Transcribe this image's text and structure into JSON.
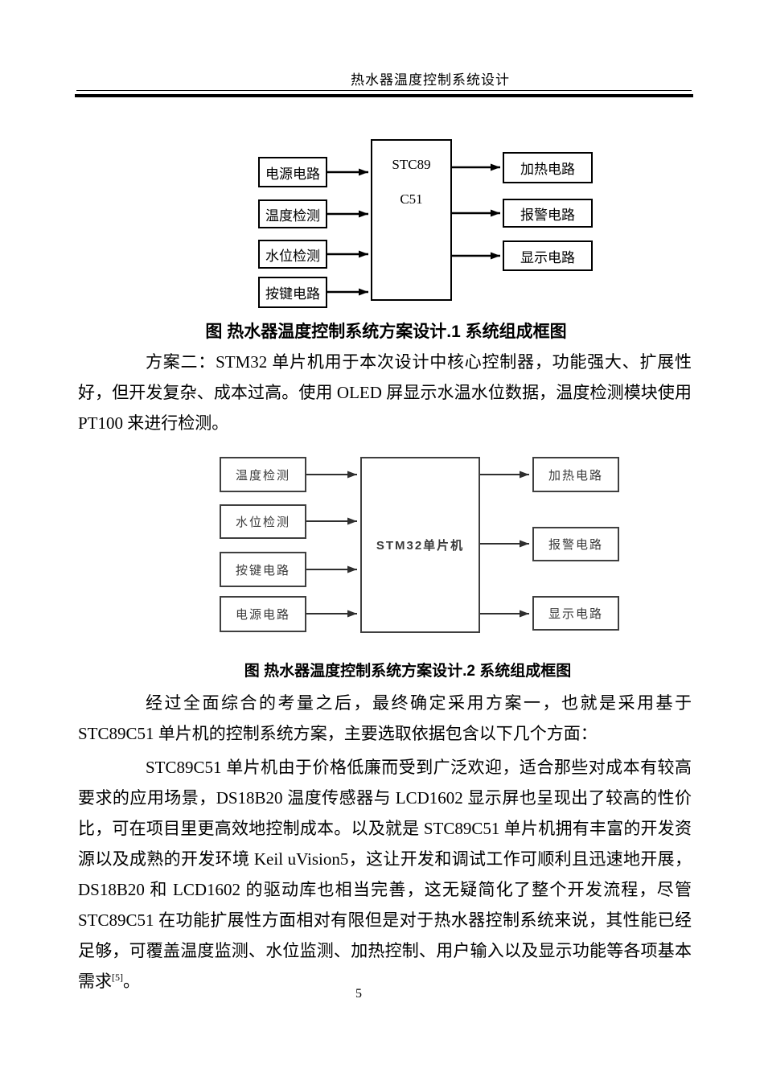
{
  "header": {
    "title": "热水器温度控制系统设计"
  },
  "diagram1": {
    "left_boxes": [
      "电源电路",
      "温度检测",
      "水位检测",
      "按键电路"
    ],
    "center_lines": [
      "STC89",
      "C51"
    ],
    "right_boxes": [
      "加热电路",
      "报警电路",
      "显示电路"
    ],
    "caption": "图 热水器温度控制系统方案设计.1 系统组成框图"
  },
  "paragraphs": {
    "p1": "方案二：STM32 单片机用于本次设计中核心控制器，功能强大、扩展性好，但开发复杂、成本过高。使用 OLED 屏显示水温水位数据，温度检测模块使用 PT100 来进行检测。",
    "p2": "经过全面综合的考量之后，最终确定采用方案一，也就是采用基于 STC89C51 单片机的控制系统方案，主要选取依据包含以下几个方面：",
    "p3_main": "STC89C51 单片机由于价格低廉而受到广泛欢迎，适合那些对成本有较高要求的应用场景，DS18B20 温度传感器与 LCD1602 显示屏也呈现出了较高的性价比，可在项目里更高效地控制成本。以及就是 STC89C51 单片机拥有丰富的开发资源以及成熟的开发环境 Keil uVision5，这让开发和调试工作可顺利且迅速地开展，DS18B20 和 LCD1602 的驱动库也相当完善，这无疑简化了整个开发流程，尽管 STC89C51 在功能扩展性方面相对有限但是对于热水器控制系统来说，其性能已经足够，可覆盖温度监测、水位监测、加热控制、用户输入以及显示功能等各项基本需求",
    "p3_sup": "[5]",
    "p3_end": "。"
  },
  "diagram2": {
    "left_boxes": [
      "温度检测",
      "水位检测",
      "按键电路",
      "电源电路"
    ],
    "center": "STM32单片机",
    "right_boxes": [
      "加热电路",
      "报警电路",
      "显示电路"
    ],
    "caption": "图 热水器温度控制系统方案设计.2 系统组成框图"
  },
  "footer": {
    "page_number": "5"
  },
  "colors": {
    "page_background": "#ffffff",
    "text": "#000000",
    "diagram1_stroke": "#000000",
    "diagram2_stroke": "#3f3f3f"
  }
}
